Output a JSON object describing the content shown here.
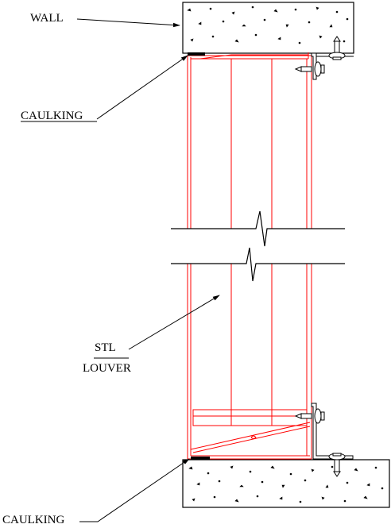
{
  "labels": {
    "wall": "WALL",
    "caulking_top": "CAULKING",
    "louver_line1": "STL",
    "louver_line2": "LOUVER",
    "caulking_bottom": "CAULKING"
  },
  "colors": {
    "louver": "#ff0000",
    "linework": "#000000",
    "background": "#ffffff"
  }
}
